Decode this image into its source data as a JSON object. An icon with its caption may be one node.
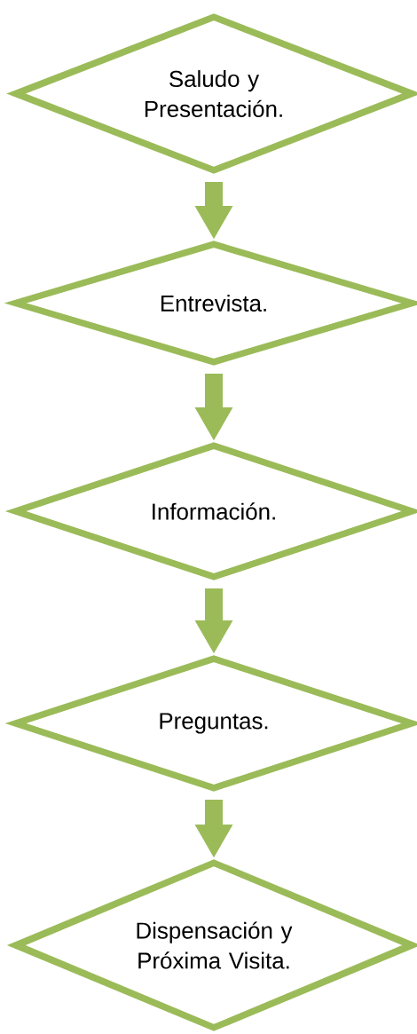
{
  "diagram": {
    "nodes": [
      {
        "text": [
          "Saludo y Presentación."
        ]
      },
      {
        "text": [
          "Entrevista."
        ]
      },
      {
        "text": [
          "Información."
        ]
      },
      {
        "text": [
          "Preguntas."
        ]
      },
      {
        "text": [
          "Dispensación y Próxima Visita."
        ]
      }
    ],
    "edges": [
      {
        "from": 0,
        "to": 1,
        "arrow": "to"
      },
      {
        "from": 1,
        "to": 2,
        "arrow": "to"
      },
      {
        "from": 2,
        "to": 3,
        "arrow": "to"
      },
      {
        "from": 3,
        "to": 4,
        "arrow": "to"
      }
    ]
  }
}
